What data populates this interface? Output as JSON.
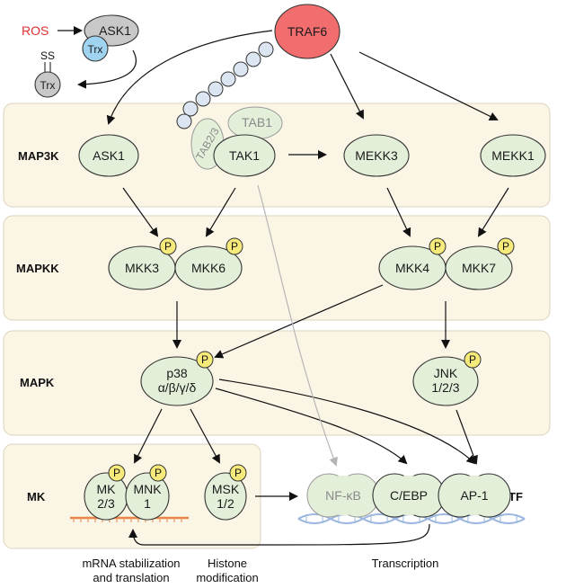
{
  "upstream": {
    "ros": "ROS",
    "ask1": "ASK1",
    "trx": "Trx",
    "ss": "SS",
    "trx_ox": "Trx",
    "traf6": "TRAF6",
    "tab23": "TAB2/3",
    "tab1": "TAB1"
  },
  "tiers": {
    "map3k": {
      "label": "MAP3K",
      "nodes": [
        "ASK1",
        "TAK1",
        "MEKK3",
        "MEKK1"
      ]
    },
    "mapkk": {
      "label": "MAPKK",
      "nodes": [
        "MKK3",
        "MKK6",
        "MKK4",
        "MKK7"
      ]
    },
    "mapk": {
      "label": "MAPK",
      "p38_line1": "p38",
      "p38_line2": "α/β/γ/δ",
      "jnk_line1": "JNK",
      "jnk_line2": "1/2/3"
    },
    "mk": {
      "label": "MK",
      "mk23_line1": "MK",
      "mk23_line2": "2/3",
      "mnk1_line1": "MNK",
      "mnk1_line2": "1",
      "msk12_line1": "MSK",
      "msk12_line2": "1/2"
    }
  },
  "tf": {
    "label": "TF",
    "nfkb": "NF-κB",
    "cebp": "C/EBP",
    "ap1": "AP-1"
  },
  "phospho": "P",
  "captions": {
    "mrna_line1": "mRNA stabilization",
    "mrna_line2": "and translation",
    "histone_line1": "Histone",
    "histone_line2": "modification",
    "transcription": "Transcription"
  },
  "colors": {
    "tier_fill": "#fbf5e6",
    "node_fill": "#e3efd9",
    "traf6": "#f26d6d",
    "ros": "#e03030",
    "trx": "#9fd3ef",
    "ask1_upstream": "#c8c8c8",
    "phospho_badge": "#f6ea7a",
    "dna": "#9bb7e0",
    "mrna": "#e8874a",
    "nfkb_arrow": "#b5b5b5"
  }
}
